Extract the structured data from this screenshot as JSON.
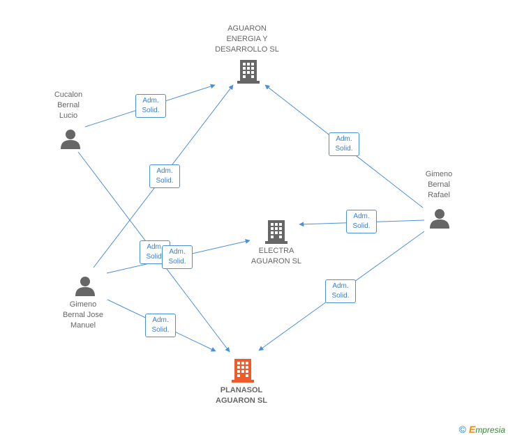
{
  "nodes": {
    "aguaron_energia": {
      "label": "AGUARON\nENERGIA Y\nDESARROLLO SL",
      "icon": "building-icon",
      "color": "#666666"
    },
    "electra_aguaron": {
      "label": "ELECTRA\nAGUARON SL",
      "icon": "building-icon",
      "color": "#666666"
    },
    "planasol_aguaron": {
      "label": "PLANASOL\nAGUARON SL",
      "icon": "building-icon",
      "color": "#ef5b2b"
    },
    "cucalon": {
      "label": "Cucalon\nBernal\nLucio",
      "icon": "person-icon",
      "color": "#666666"
    },
    "gimeno_rafael": {
      "label": "Gimeno\nBernal\nRafael",
      "icon": "person-icon",
      "color": "#666666"
    },
    "gimeno_jose": {
      "label": "Gimeno\nBernal Jose\nManuel",
      "icon": "person-icon",
      "color": "#666666"
    }
  },
  "edges": [
    {
      "from": "cucalon",
      "to": "aguaron_energia",
      "label": "Adm.\nSolid."
    },
    {
      "from": "cucalon",
      "to": "planasol_aguaron",
      "label": "Adm.\nSolid."
    },
    {
      "from": "gimeno_jose",
      "to": "aguaron_energia",
      "label": "Adm.\nSolid."
    },
    {
      "from": "gimeno_jose",
      "to": "electra_aguaron",
      "label": "Adm.\nSolid."
    },
    {
      "from": "gimeno_jose",
      "to": "planasol_aguaron",
      "label": "Adm.\nSolid."
    },
    {
      "from": "gimeno_rafael",
      "to": "aguaron_energia",
      "label": "Adm.\nSolid."
    },
    {
      "from": "gimeno_rafael",
      "to": "electra_aguaron",
      "label": "Adm.\nSolid."
    },
    {
      "from": "gimeno_rafael",
      "to": "planasol_aguaron",
      "label": "Adm.\nSolid."
    }
  ],
  "colors": {
    "edge": "#4a90d9",
    "badge_text": "#3a7fc8"
  },
  "footer": {
    "copyright": "©",
    "brand_initial": "E",
    "brand_rest": "mpresia"
  }
}
